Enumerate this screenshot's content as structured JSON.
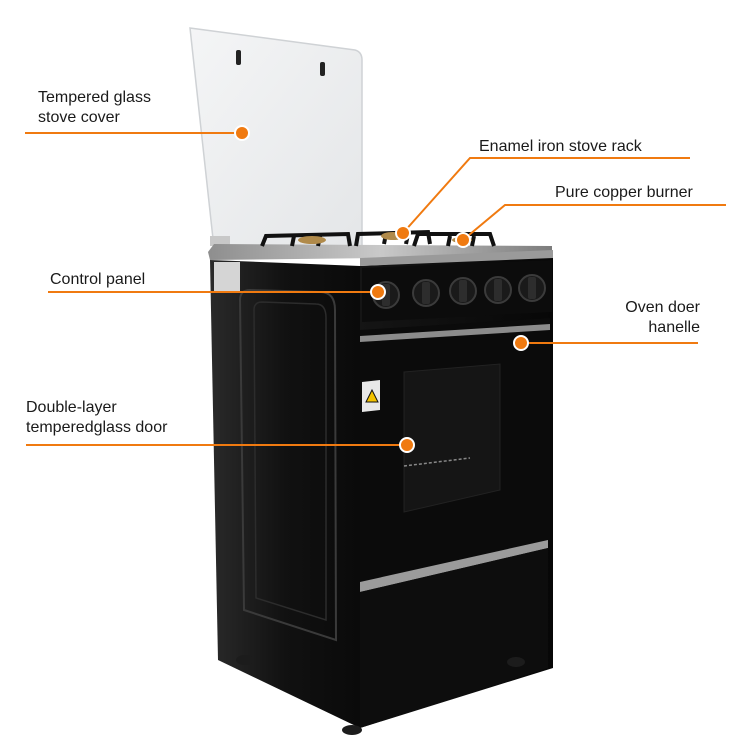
{
  "accent_color": "#f07a10",
  "annotations": [
    {
      "id": "tempered-glass-cover",
      "text": "Tempered glass\nstove cover"
    },
    {
      "id": "enamel-rack",
      "text": "Enamel iron stove rack"
    },
    {
      "id": "copper-burner",
      "text": "Pure copper burner"
    },
    {
      "id": "control-panel",
      "text": "Control panel"
    },
    {
      "id": "oven-handle",
      "text": "Oven doer\nhanelle"
    },
    {
      "id": "glass-door",
      "text": "Double-layer\ntemperedglass door"
    }
  ]
}
